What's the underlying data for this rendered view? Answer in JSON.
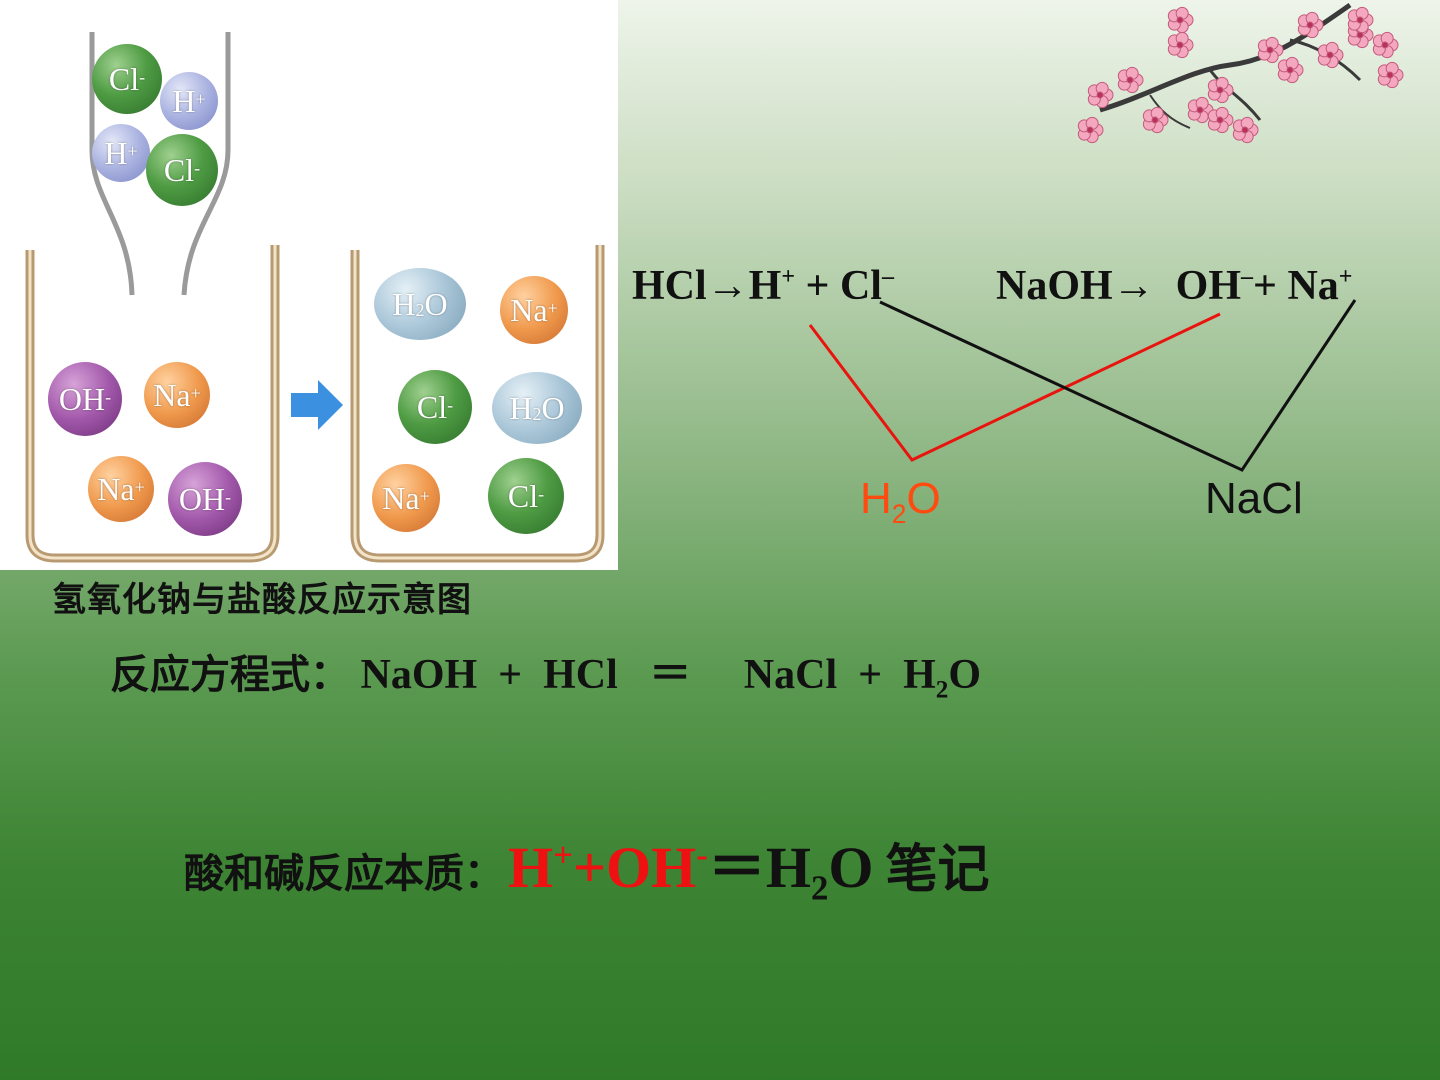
{
  "illustration": {
    "funnel_ions": [
      {
        "symbol": "Cl",
        "charge": "-",
        "kind": "cl"
      },
      {
        "symbol": "H",
        "charge": "+",
        "kind": "h"
      },
      {
        "symbol": "H",
        "charge": "+",
        "kind": "h"
      },
      {
        "symbol": "Cl",
        "charge": "-",
        "kind": "cl"
      }
    ],
    "left_beaker_ions": [
      {
        "symbol": "OH",
        "charge": "-",
        "kind": "oh"
      },
      {
        "symbol": "Na",
        "charge": "+",
        "kind": "na"
      },
      {
        "symbol": "Na",
        "charge": "+",
        "kind": "na"
      },
      {
        "symbol": "OH",
        "charge": "-",
        "kind": "oh"
      }
    ],
    "right_beaker_ions": [
      {
        "symbol": "H",
        "sub": "2",
        "symbol2": "O",
        "kind": "h2o"
      },
      {
        "symbol": "Na",
        "charge": "+",
        "kind": "na"
      },
      {
        "symbol": "Cl",
        "charge": "-",
        "kind": "cl"
      },
      {
        "symbol": "H",
        "sub": "2",
        "symbol2": "O",
        "kind": "h2o"
      },
      {
        "symbol": "Na",
        "charge": "+",
        "kind": "na"
      },
      {
        "symbol": "Cl",
        "charge": "-",
        "kind": "cl"
      }
    ],
    "caption": "氢氧化钠与盐酸反应示意图"
  },
  "dissociation": {
    "hcl": "HCl",
    "h": "H",
    "h_charge": "+",
    "plus": "+",
    "cl": "Cl",
    "cl_charge": "–",
    "naoh": "NaOH",
    "oh": "OH",
    "oh_charge": "–",
    "na": "Na",
    "na_charge": "+"
  },
  "products": {
    "water_h": "H",
    "water_sub": "2",
    "water_o": "O",
    "salt": "NaCl"
  },
  "colors": {
    "water_link": "#e8150f",
    "salt_link": "#111111",
    "water_label": "#ff4a10",
    "essence_red": "#ee1111"
  },
  "equation": {
    "label": "反应方程式：",
    "reactant1": "NaOH",
    "plus1": "+",
    "reactant2": "HCl",
    "equals": "＝",
    "product1": "NaCl",
    "plus2": "+",
    "product2_h": "H",
    "product2_sub": "2",
    "product2_o": "O"
  },
  "essence": {
    "label": "酸和碱反应本质：",
    "h": "H",
    "h_charge": "+",
    "plus": "+",
    "oh": "OH",
    "oh_charge": "-",
    "equals": "＝",
    "water_h": "H",
    "water_sub": "2",
    "water_o": "O",
    "note": "笔记"
  }
}
